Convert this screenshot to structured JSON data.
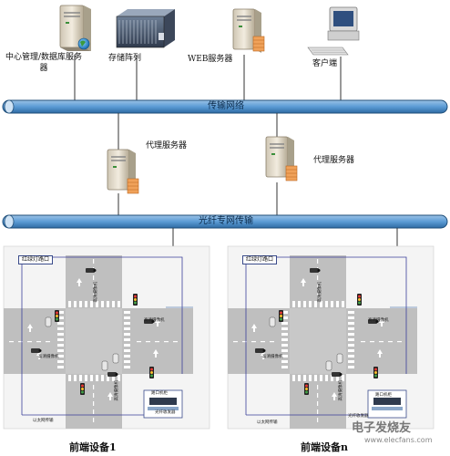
{
  "servers": {
    "center": "中心管理/数据库服务器",
    "storage": "存储阵列",
    "web": "WEB服务器",
    "client": "客户端"
  },
  "buses": {
    "transport": "传输网络",
    "fiber": "光纤专网传输"
  },
  "proxies": {
    "left": "代理服务器",
    "right": "代理服务器"
  },
  "front_ends": [
    {
      "tag": "红绿灯路口",
      "caption": "前端设备1",
      "labels": {
        "cam_a": "高清摄像机",
        "cam_b": "高清摄像机",
        "cam_c": "高清摄像机",
        "cam_d": "高清摄像机",
        "cabinet": "路口机柜",
        "switch": "光纤收发器",
        "net_line": "以太网传输"
      }
    },
    {
      "tag": "红绿灯路口",
      "caption": "前端设备n",
      "labels": {
        "cam_a": "高清摄像机",
        "cam_b": "高清摄像机",
        "cam_c": "高清摄像机",
        "cam_d": "高清摄像机",
        "cabinet": "路口机柜",
        "switch": "光纤收发器",
        "net_line": "以太网传输"
      }
    }
  ],
  "watermark": {
    "brand": "电子发烧友",
    "url": "www.elecfans.com"
  },
  "colors": {
    "bus_fill": "#5b9bd5",
    "bus_dark": "#1f4e79",
    "cable": "#3b3f9a",
    "road": "#bfbfbf",
    "grass": "#8fa8c8"
  }
}
